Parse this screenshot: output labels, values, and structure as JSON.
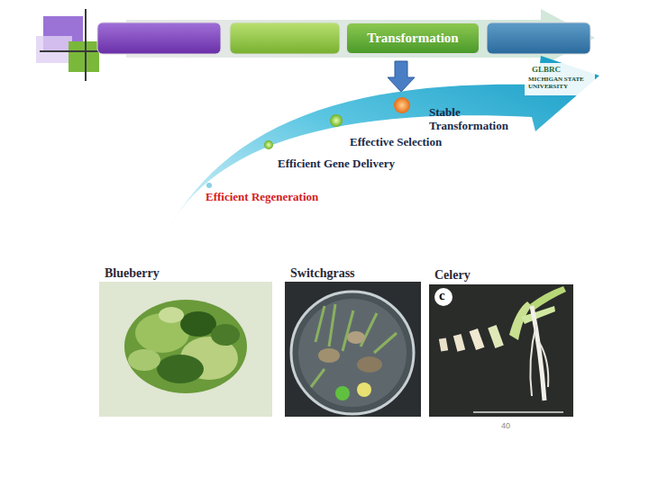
{
  "diagram": {
    "nodes": [
      {
        "text": [
          "Transformation"
        ]
      },
      {
        "text": [
          "Blueberry"
        ]
      },
      {
        "text": [
          "Switchgrass"
        ]
      },
      {
        "text": [
          "Celery",
          "c"
        ]
      }
    ],
    "labels": [
      "Efficient Regeneration",
      "Efficient Gene Delivery",
      "Effective Selection",
      "Stable Transformation",
      "GLBRC",
      "MICHIGAN STATE UNIVERSITY",
      "40"
    ]
  }
}
